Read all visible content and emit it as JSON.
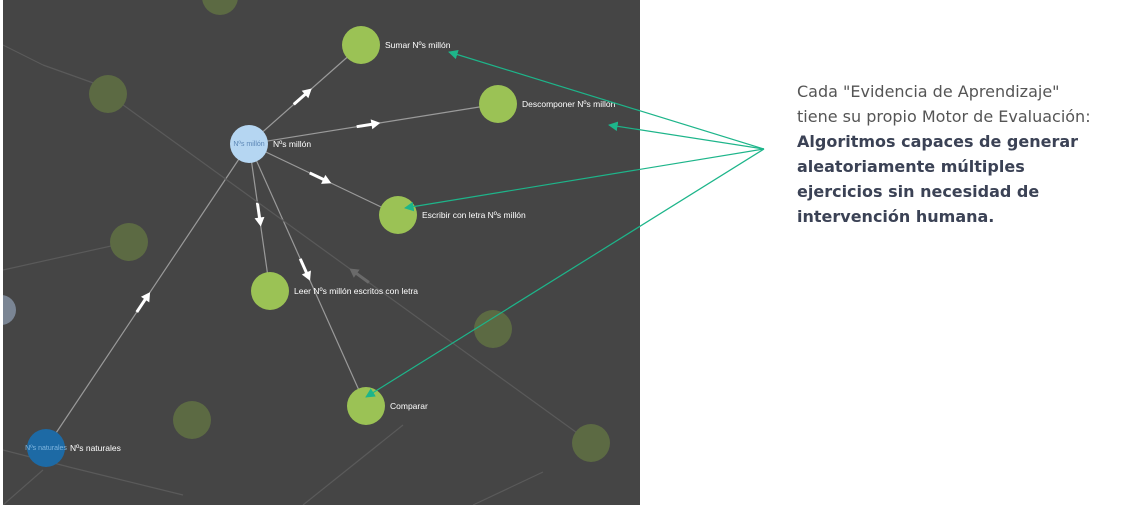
{
  "graph": {
    "nodes": [
      {
        "id": "n_bg1",
        "label": "",
        "style": "faded"
      },
      {
        "id": "n_bg2",
        "label": "",
        "style": "faded"
      },
      {
        "id": "n_bg3",
        "label": "",
        "style": "faded"
      },
      {
        "id": "n_bg4",
        "label": "",
        "style": "faded"
      },
      {
        "id": "n_bg5",
        "label": "",
        "style": "faded"
      },
      {
        "id": "n_bg6",
        "label": "",
        "style": "faded"
      },
      {
        "id": "n_bg7",
        "label": "",
        "style": "faded-gray"
      },
      {
        "id": "n_center",
        "label": "Nºs millón",
        "inner": "Nºs millón",
        "style": "center"
      },
      {
        "id": "n_sumar",
        "label": "Sumar Nºs millón",
        "style": "leaf"
      },
      {
        "id": "n_descomp",
        "label": "Descomponer Nºs millón",
        "style": "leaf"
      },
      {
        "id": "n_escribir",
        "label": "Escribir con letra Nºs millón",
        "style": "leaf"
      },
      {
        "id": "n_leer",
        "label": "Leer Nºs millón escritos con letra",
        "style": "leaf"
      },
      {
        "id": "n_comparar",
        "label": "Comparar",
        "style": "leaf"
      },
      {
        "id": "n_naturales",
        "label": "Nºs naturales",
        "inner": "Nºs naturales",
        "style": "root"
      }
    ],
    "edges": [
      {
        "from": "n_center",
        "to": "n_sumar",
        "style": "main"
      },
      {
        "from": "n_center",
        "to": "n_descomp",
        "style": "main"
      },
      {
        "from": "n_center",
        "to": "n_escribir",
        "style": "main"
      },
      {
        "from": "n_center",
        "to": "n_leer",
        "style": "main"
      },
      {
        "from": "n_center",
        "to": "n_comparar",
        "style": "main"
      },
      {
        "from": "n_naturales",
        "to": "n_center",
        "style": "main"
      },
      {
        "from": "n_bg6",
        "to": "n_bg2",
        "style": "faded"
      }
    ],
    "colors": {
      "panel_bg": "#454545",
      "leaf": "#9bc255",
      "center": "#b5d6f2",
      "center_text": "#5b86b5",
      "root": "#1d6aa5",
      "root_text": "#7fb6e0",
      "faded": "#5c6a43",
      "faded_gray": "#7a8594",
      "edge": "#9a9a9a",
      "arrow": "#ffffff",
      "pointer": "#1db58a"
    }
  },
  "caption": {
    "intro": "Cada \"Evidencia de Aprendizaje\" tiene su propio Motor de Evaluación:",
    "bold": "Algoritmos capaces de generar aleatoriamente múltiples ejercicios sin necesidad de intervención humana."
  }
}
